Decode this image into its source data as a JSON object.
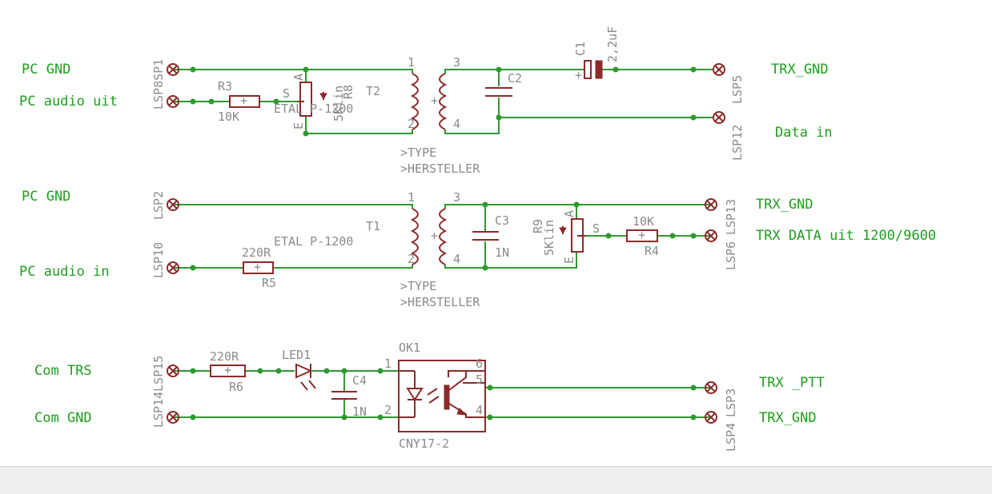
{
  "nets": {
    "pc_gnd_1": "PC GND",
    "pc_audio_uit": "PC audio uit",
    "pc_gnd_2": "PC GND",
    "pc_audio_in": "PC audio in",
    "com_trs": "Com TRS",
    "com_gnd": "Com GND",
    "trx_gnd_1": "TRX_GND",
    "data_in": "Data in",
    "trx_gnd_2": "TRX_GND",
    "trx_data_uit": "TRX DATA uit 1200/9600",
    "trx_ptt": "TRX _PTT",
    "trx_gnd_3": "TRX_GND"
  },
  "pads": {
    "lsp8_lsp1": "LSP8SP1",
    "lsp5": "LSP5",
    "lsp12": "LSP12",
    "lsp2": "LSP2",
    "lsp10": "LSP10",
    "lsp13": "LSP13",
    "lsp6": "LSP6",
    "lsp15": "LSP14LSP15",
    "lsp3": "LSP3",
    "lsp4": "LSP4"
  },
  "components": {
    "r3": {
      "ref": "R3",
      "value": "10K"
    },
    "r8": {
      "ref": "R8",
      "value": "5Klin"
    },
    "t2": {
      "ref": "T2",
      "value": "ETAL P-1200"
    },
    "c2": {
      "ref": "C2"
    },
    "c1": {
      "ref": "C1",
      "value": "2,2uF"
    },
    "t1": {
      "ref": "T1",
      "value": "ETAL P-1200"
    },
    "c3": {
      "ref": "C3",
      "value": "1N"
    },
    "r9": {
      "ref": "R9",
      "value": "5Klin"
    },
    "r4": {
      "ref": "R4",
      "value": "10K"
    },
    "r5": {
      "ref": "R5",
      "value": "220R"
    },
    "r6": {
      "ref": "R6",
      "value": "220R"
    },
    "led1": {
      "ref": "LED1"
    },
    "c4": {
      "ref": "C4",
      "value": "1N"
    },
    "ok1": {
      "ref": "OK1",
      "value": "CNY17-2"
    }
  },
  "attributes": {
    "type": ">TYPE",
    "hersteller": ">HERSTELLER"
  },
  "pin_numbers": [
    "1",
    "2",
    "3",
    "4",
    "5",
    "6"
  ],
  "pot_pins": {
    "a": "A",
    "e": "E",
    "s": "S"
  },
  "colors": {
    "wire": "#2e9a2e",
    "part": "#8b2a2a",
    "net_label": "#1f9d1f",
    "attr_label": "#8a8a8a"
  }
}
